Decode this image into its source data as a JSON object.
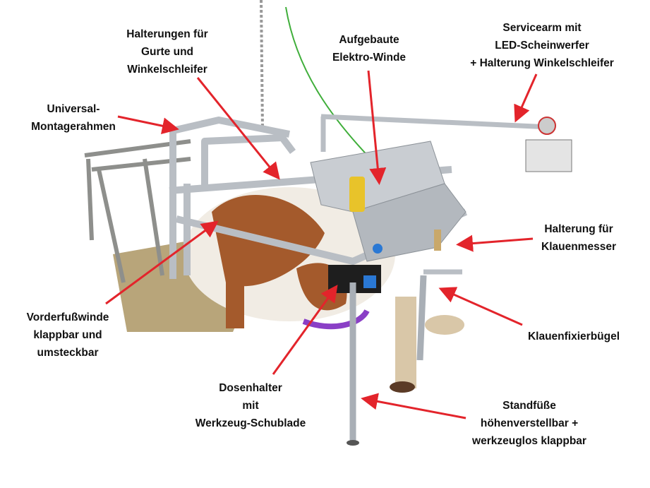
{
  "colors": {
    "arrow": "#e3242b",
    "steel": "#b9bec4",
    "cow_brown": "#a45a2c",
    "grass": "#b8a57a"
  },
  "labels": {
    "halterungen": [
      "Halterungen für",
      "Gurte und",
      "Winkelschleifer"
    ],
    "elektro_winde": [
      "Aufgebaute",
      "Elektro-Winde"
    ],
    "servicearm": [
      "Servicearm mit",
      "LED-Scheinwerfer",
      "+ Halterung Winkelschleifer"
    ],
    "montagerahmen": [
      "Universal-",
      "Montagerahmen"
    ],
    "klauenmesser": [
      "Halterung für",
      "Klauenmesser"
    ],
    "vorderfusswinde": [
      "Vorderfußwinde",
      "klappbar und",
      "umsteckbar"
    ],
    "klauenfixierbuegel": [
      "Klauenfixierbügel"
    ],
    "dosenhalter": [
      "Dosenhalter",
      "mit",
      "Werkzeug-Schublade"
    ],
    "standfuesse": [
      "Standfüße",
      "höhenverstellbar +",
      "werkzeuglos klappbar"
    ]
  }
}
